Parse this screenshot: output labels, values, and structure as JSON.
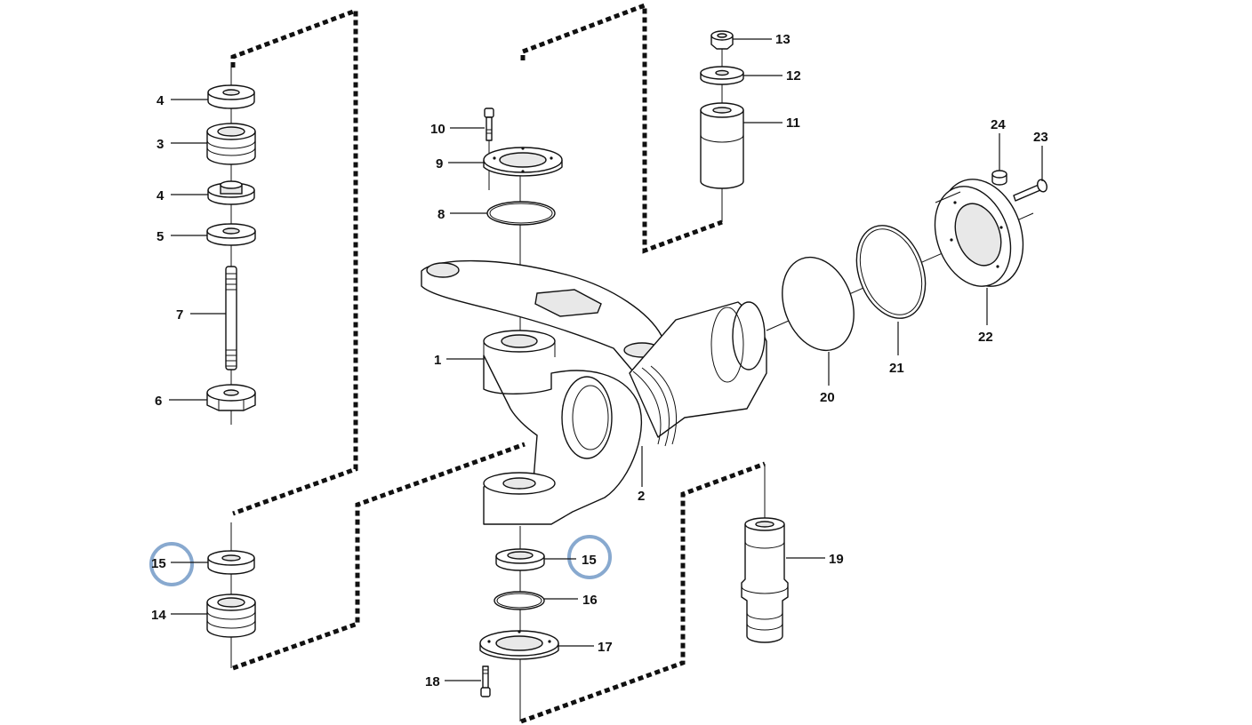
{
  "labels": {
    "l1": "1",
    "l2": "2",
    "l3": "3",
    "l4a": "4",
    "l4b": "4",
    "l5": "5",
    "l6": "6",
    "l7": "7",
    "l8": "8",
    "l9": "9",
    "l10": "10",
    "l11": "11",
    "l12": "12",
    "l13": "13",
    "l14": "14",
    "l15a": "15",
    "l15b": "15",
    "l16": "16",
    "l17": "17",
    "l18": "18",
    "l19": "19",
    "l20": "20",
    "l21": "21",
    "l22": "22",
    "l23": "23",
    "l24": "24"
  },
  "highlight_color": "#88a9cf"
}
